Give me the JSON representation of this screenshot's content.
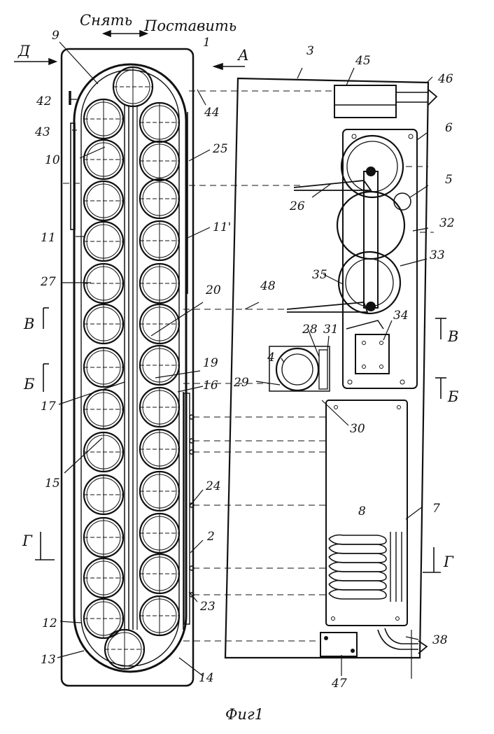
{
  "header": {
    "remove": "Снять",
    "put": "Поставить"
  },
  "figure_caption": "Фиг1",
  "sections": {
    "D": "Д",
    "A": "А",
    "V": "В",
    "B": "Б",
    "G": "Г"
  },
  "labels": {
    "n1": "1",
    "n2": "2",
    "n3": "3",
    "n4": "4",
    "n5": "5",
    "n6": "6",
    "n7": "7",
    "n8": "8",
    "n9": "9",
    "n10": "10",
    "n11": "11",
    "n11p": "11'",
    "n12": "12",
    "n13": "13",
    "n14": "14",
    "n15": "15",
    "n16": "16",
    "n17": "17",
    "n19": "19",
    "n20": "20",
    "n23": "23",
    "n24": "24",
    "n25": "25",
    "n26": "26",
    "n27": "27",
    "n28": "28",
    "n29": "29",
    "n30": "30",
    "n31": "31",
    "n32": "32",
    "n33": "33",
    "n34": "34",
    "n35": "35",
    "n38": "38",
    "n42": "42",
    "n43": "43",
    "n44": "44",
    "n45": "45",
    "n46": "46",
    "n47": "47",
    "n48": "48"
  }
}
